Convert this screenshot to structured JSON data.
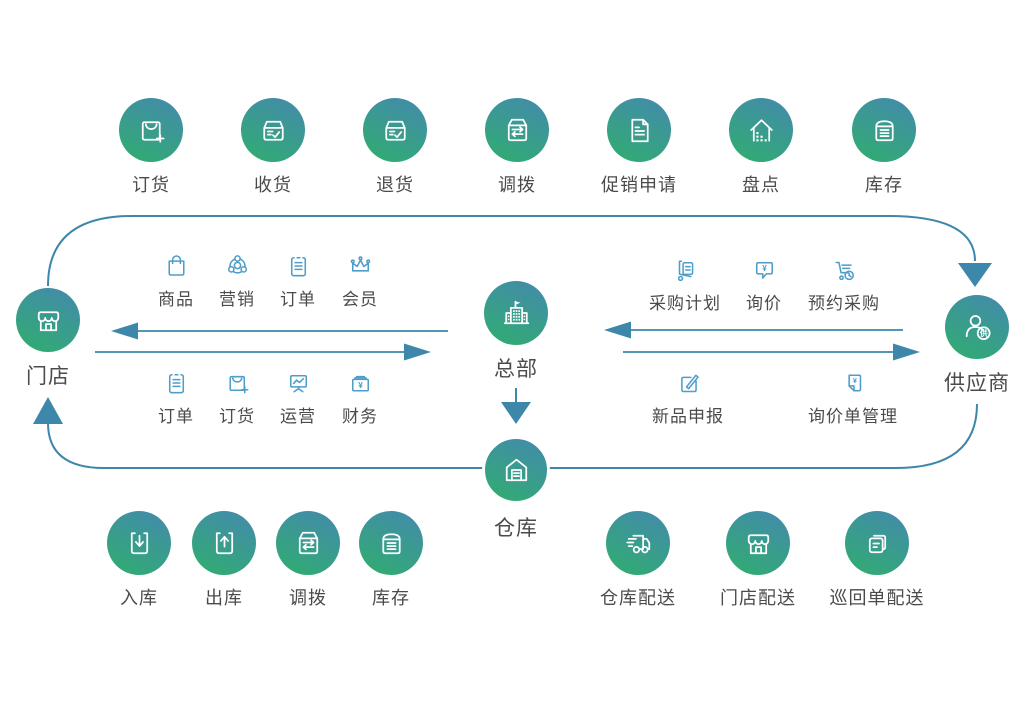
{
  "palette": {
    "circle_gradient_start": "#4489ae",
    "circle_gradient_end": "#2fae6e",
    "connector_color": "#3d87ab",
    "mini_icon_color": "#4f9dc9",
    "label_color": "#4b4b4b"
  },
  "glyphs": {
    "supplier_badge": "供",
    "yen": "¥"
  },
  "top_row": {
    "items": [
      {
        "label": "订货",
        "icon": "shopping-bag-plus-icon"
      },
      {
        "label": "收货",
        "icon": "receive-box-check-icon"
      },
      {
        "label": "退货",
        "icon": "return-box-check-icon"
      },
      {
        "label": "调拨",
        "icon": "transfer-box-icon"
      },
      {
        "label": "促销申请",
        "icon": "promotion-document-icon"
      },
      {
        "label": "盘点",
        "icon": "stocktake-house-icon"
      },
      {
        "label": "库存",
        "icon": "stock-crate-icon"
      }
    ]
  },
  "entities": {
    "store": {
      "label": "门店",
      "icon": "storefront-icon"
    },
    "headquarters": {
      "label": "总部",
      "icon": "hq-building-flag-icon"
    },
    "supplier": {
      "label": "供应商",
      "icon": "supplier-person-icon"
    },
    "warehouse": {
      "label": "仓库",
      "icon": "warehouse-icon"
    }
  },
  "store_hq_modules": {
    "row_top": [
      {
        "label": "商品",
        "icon": "goods-bag-icon"
      },
      {
        "label": "营销",
        "icon": "marketing-group-icon"
      },
      {
        "label": "订单",
        "icon": "order-clipboard-icon"
      },
      {
        "label": "会员",
        "icon": "member-crown-icon"
      }
    ],
    "row_bottom": [
      {
        "label": "订单",
        "icon": "order-clipboard-icon"
      },
      {
        "label": "订货",
        "icon": "order-bag-plus-icon"
      },
      {
        "label": "运营",
        "icon": "operation-board-icon"
      },
      {
        "label": "财务",
        "icon": "finance-cashbox-icon"
      }
    ]
  },
  "hq_supplier_modules": {
    "row_top": [
      {
        "label": "采购计划",
        "icon": "purchase-plan-trolley-icon"
      },
      {
        "label": "询价",
        "icon": "inquiry-bubble-yen-icon"
      },
      {
        "label": "预约采购",
        "icon": "reserve-purchase-cart-clock-icon"
      }
    ],
    "row_bottom": [
      {
        "label": "新品申报",
        "icon": "new-product-edit-icon"
      },
      {
        "label": "询价单管理",
        "icon": "inquiry-doc-yen-icon"
      }
    ]
  },
  "bottom_row": {
    "items": [
      {
        "label": "入库",
        "icon": "inbound-arrow-icon"
      },
      {
        "label": "出库",
        "icon": "outbound-arrow-icon"
      },
      {
        "label": "调拨",
        "icon": "transfer-box-icon"
      },
      {
        "label": "库存",
        "icon": "stock-crate-icon"
      },
      {
        "label": "仓库配送",
        "icon": "delivery-truck-icon"
      },
      {
        "label": "门店配送",
        "icon": "storefront-icon"
      },
      {
        "label": "巡回单配送",
        "icon": "stacked-orders-icon"
      }
    ]
  }
}
